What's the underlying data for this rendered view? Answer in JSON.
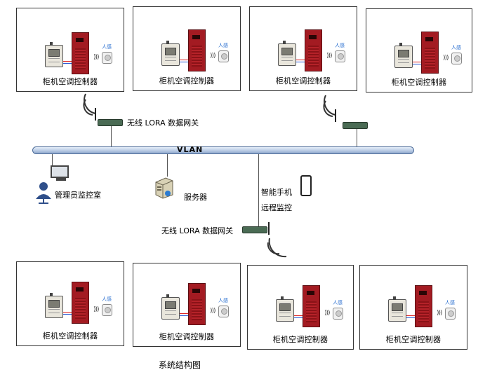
{
  "units": {
    "device_label": "柜机空调控制器",
    "sensor_label": "人感"
  },
  "network": {
    "bus_label": "VLAN",
    "gateway_top_label": "无线 LORA 数据网关",
    "gateway_bottom_label": "无线 LORA 数据网关",
    "monitor_room_label": "管理员监控室",
    "server_label": "服务器",
    "phone_label_line1": "智能手机",
    "phone_label_line2": "远程监控"
  },
  "caption": "系统结构图",
  "colors": {
    "cabinet": "#a31b22",
    "bus": "#b9cbe4",
    "lora_gateway": "#4a6b54"
  },
  "icons": [
    "controller-icon",
    "cabinet-ac-icon",
    "motion-sensor-icon",
    "lora-gateway-icon",
    "computer-icon",
    "server-icon",
    "phone-icon",
    "wifi-wave-icon"
  ]
}
